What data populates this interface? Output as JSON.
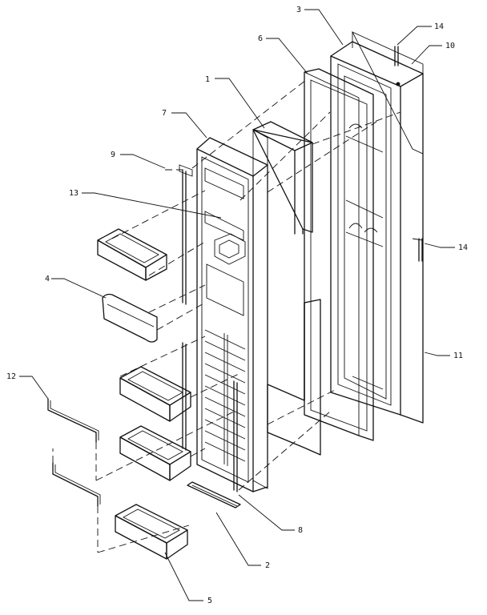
{
  "callouts": [
    {
      "id": "c1",
      "text": "1"
    },
    {
      "id": "c2",
      "text": "2"
    },
    {
      "id": "c3",
      "text": "3"
    },
    {
      "id": "c4",
      "text": "4"
    },
    {
      "id": "c5",
      "text": "5"
    },
    {
      "id": "c6",
      "text": "6"
    },
    {
      "id": "c7",
      "text": "7"
    },
    {
      "id": "c8",
      "text": "8"
    },
    {
      "id": "c9",
      "text": "9"
    },
    {
      "id": "c10",
      "text": "10"
    },
    {
      "id": "c11",
      "text": "11"
    },
    {
      "id": "c12",
      "text": "12"
    },
    {
      "id": "c13",
      "text": "13"
    },
    {
      "id": "c14a",
      "text": "14"
    },
    {
      "id": "c14b",
      "text": "14"
    }
  ]
}
